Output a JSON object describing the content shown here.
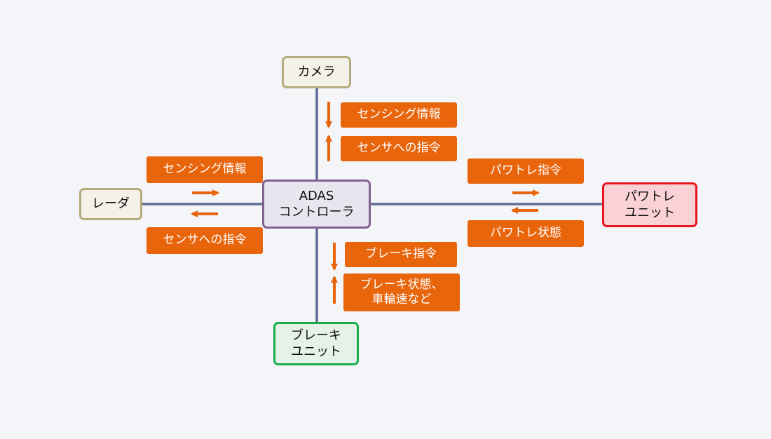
{
  "colors": {
    "background": "#f3f5f8",
    "link_line": "#636c94",
    "arrow": "#e8650c",
    "label_bg": "#e8650c",
    "label_text": "#ffffff"
  },
  "nodes": {
    "camera": {
      "label": "カメラ",
      "border": "#b5ab7c",
      "fill": "#f3f1e8"
    },
    "radar": {
      "label": "レーダ",
      "border": "#b5ab7c",
      "fill": "#f3f1e8"
    },
    "adas": {
      "label": "ADAS\nコントローラ",
      "border": "#80618f",
      "fill": "#e9e5ef"
    },
    "powertrain": {
      "label": "パワトレ\nユニット",
      "border": "#e8141e",
      "fill": "#fad1d4"
    },
    "brake": {
      "label": "ブレーキ\nユニット",
      "border": "#1aab4b",
      "fill": "#e6f1e7"
    }
  },
  "messages": {
    "camera_to_adas": "センシング情報",
    "adas_to_camera": "センサへの指令",
    "radar_to_adas": "センシング情報",
    "adas_to_radar": "センサへの指令",
    "adas_to_powertrain": "パワトレ指令",
    "powertrain_to_adas": "パワトレ状態",
    "adas_to_brake": "ブレーキ指令",
    "brake_to_adas": "ブレーキ状態、\n車輪速など"
  }
}
